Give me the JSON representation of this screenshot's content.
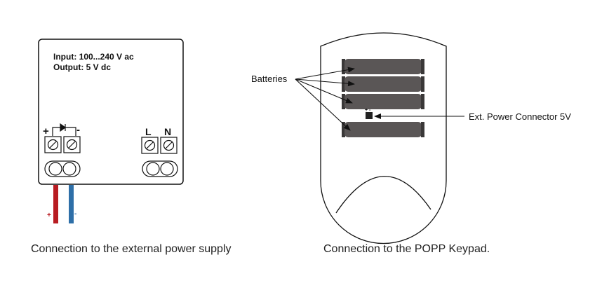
{
  "power_supply": {
    "input_label": "Input: 100...240 V ac",
    "output_label": "Output: 5 V dc",
    "dc_plus": "+",
    "dc_minus": "-",
    "ac_l": "L",
    "ac_n": "N",
    "wire_plus_label": "+",
    "wire_minus_label": "-",
    "wire_colors": {
      "plus": "#b81c22",
      "minus": "#2e6fa8"
    }
  },
  "keypad": {
    "batteries_label": "Batteries",
    "connector_label": "Ext. Power Connector 5V",
    "connector_polarity": "+ -",
    "battery_color": "#5a5656",
    "battery_cap_color": "#3a3838",
    "battery_count": 4
  },
  "captions": {
    "left": "Connection to the external power supply",
    "right": "Connection to the POPP Keypad."
  }
}
